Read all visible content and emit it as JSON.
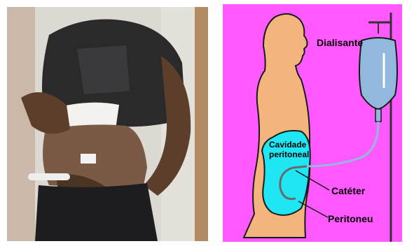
{
  "photo": {
    "description_icon": "patient-with-catheter-photo"
  },
  "diagram": {
    "labels": {
      "dialysate": "Dialisante",
      "cavity_line1": "Cavidade",
      "cavity_line2": "peritoneal",
      "catheter": "Catéter",
      "peritoneum": "Peritoneu"
    },
    "colors": {
      "background": "#ff59ff",
      "body": "#f4b47e",
      "cavity": "#1fe6f2",
      "bag": "#93b8dd",
      "outline": "#1a1a1a"
    }
  }
}
